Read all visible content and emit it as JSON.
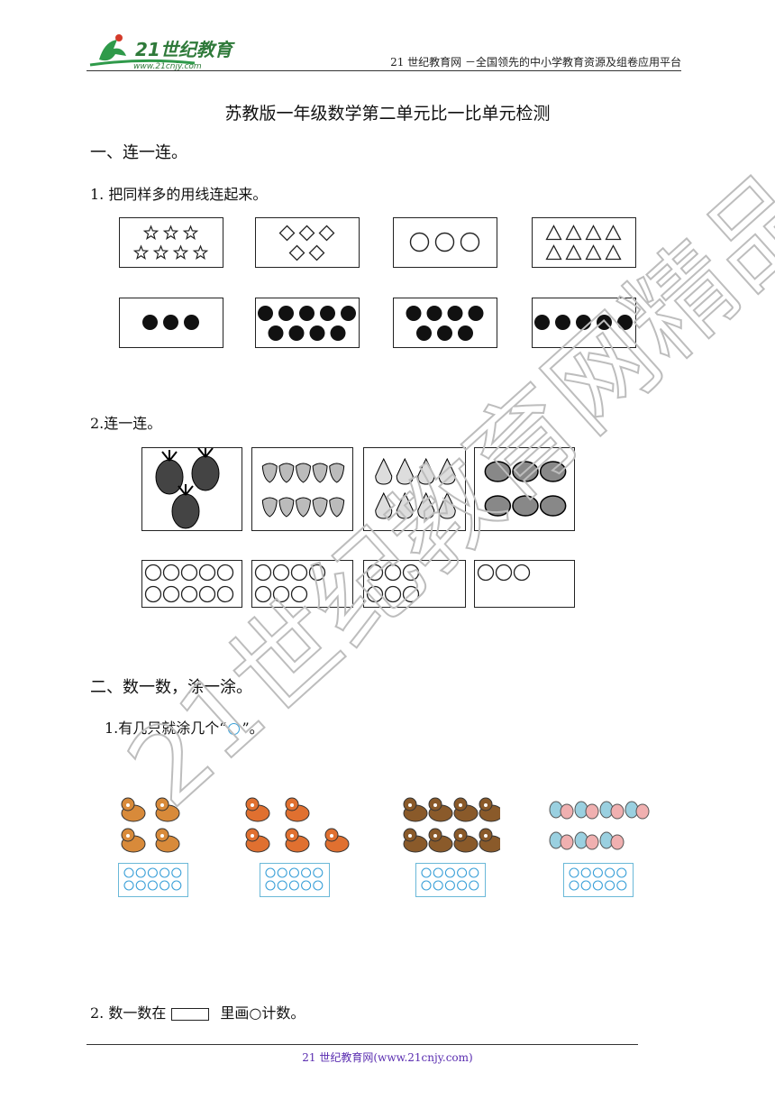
{
  "header": {
    "logo_text": "21世纪教育",
    "logo_url": "www.21cnjy.com",
    "right_text": "21 世纪教育网 －全国领先的中小学教育资源及组卷应用平台"
  },
  "title": "苏教版一年级数学第二单元比一比单元检测",
  "section1": {
    "heading": "一、连一连。",
    "q1": "1. 把同样多的用线连起来。",
    "q2": "2.连一连。",
    "row1": [
      {
        "shape": "star",
        "rows": [
          3,
          4
        ]
      },
      {
        "shape": "diamond",
        "rows": [
          3,
          2
        ]
      },
      {
        "shape": "circle",
        "rows": [
          3
        ]
      },
      {
        "shape": "triangle",
        "rows": [
          4,
          4
        ]
      }
    ],
    "row2": [
      {
        "shape": "dot",
        "rows": [
          3
        ]
      },
      {
        "shape": "dot",
        "rows": [
          5,
          4
        ]
      },
      {
        "shape": "dot",
        "rows": [
          4,
          3
        ]
      },
      {
        "shape": "dot",
        "rows": [
          5
        ]
      }
    ],
    "fruits": [
      {
        "name": "pineapple",
        "count": 3
      },
      {
        "name": "strawberry",
        "count": 10
      },
      {
        "name": "pear",
        "count": 8
      },
      {
        "name": "watermelon",
        "count": 6
      }
    ],
    "circles": [
      [
        5,
        5
      ],
      [
        4,
        3
      ],
      [
        3,
        3
      ],
      [
        3
      ]
    ]
  },
  "section2": {
    "heading": "二、数一数，涂一涂。",
    "q1_pre": "1.有几只就涂几个“",
    "q1_post": "”。",
    "animals": [
      {
        "name": "corgi",
        "count": 4
      },
      {
        "name": "puppy",
        "count": 5
      },
      {
        "name": "beagle",
        "count": 8
      },
      {
        "name": "butterfly",
        "count": 7
      }
    ],
    "q2_pre": "2. 数一数在",
    "q2_post": "里画○计数。"
  },
  "watermark": "21世纪教育网精品资料",
  "footer": "21 世纪教育网(www.21cnjy.com)"
}
